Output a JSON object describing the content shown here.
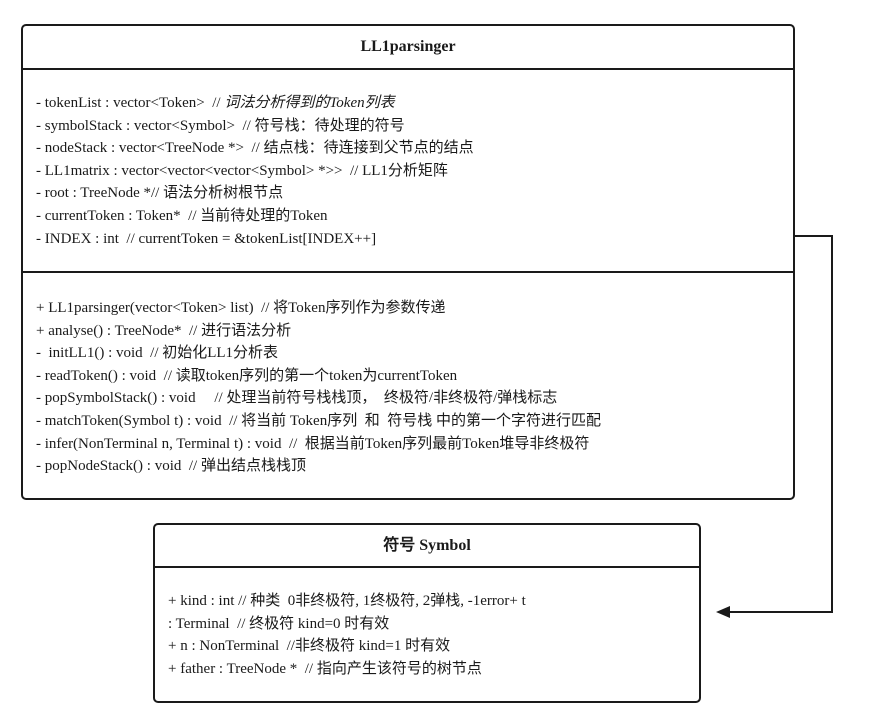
{
  "ll1_class": {
    "title": "LL1parsinger",
    "attributes": [
      {
        "text": "- tokenList : vector<Token>  // ",
        "comment": "词法分析得到的Token列表"
      },
      {
        "text": "- symbolStack : vector<Symbol>  // 符号栈：待处理的符号",
        "comment": ""
      },
      {
        "text": "- nodeStack : vector<TreeNode *>  // 结点栈：待连接到父节点的结点",
        "comment": ""
      },
      {
        "text": "- LL1matrix : vector<vector<vector<Symbol> *>>  // LL1分析矩阵",
        "comment": ""
      },
      {
        "text": "- root : TreeNode *// 语法分析树根节点",
        "comment": ""
      },
      {
        "text": "- currentToken : Token*  // 当前待处理的Token",
        "comment": ""
      },
      {
        "text": "- INDEX : int  // currentToken = &tokenList[INDEX++]",
        "comment": ""
      }
    ],
    "methods": [
      "+ LL1parsinger(vector<Token> list)  // 将Token序列作为参数传递",
      "+ analyse() : TreeNode*  // 进行语法分析",
      "-  initLL1() : void  // 初始化LL1分析表",
      "- readToken() : void  // 读取token序列的第一个token为currentToken",
      "- popSymbolStack() : void     // 处理当前符号栈栈顶，  终极符/非终极符/弹栈标志",
      "- matchToken(Symbol t) : void  // 将当前 Token序列  和  符号栈 中的第一个字符进行匹配",
      "- infer(NonTerminal n, Terminal t) : void  //  根据当前Token序列最前Token堆导非终极符",
      "- popNodeStack() : void  // 弹出结点栈栈顶"
    ]
  },
  "symbol_class": {
    "title": "符号 Symbol",
    "attributes": [
      "+ kind : int // 种类  0非终极符, 1终极符, 2弹栈, -1error+ t",
      ": Terminal  // 终极符 kind=0 时有效",
      "+ n : NonTerminal  //非终极符 kind=1 时有效",
      "+ father : TreeNode *  // 指向产生该符号的树节点"
    ]
  }
}
